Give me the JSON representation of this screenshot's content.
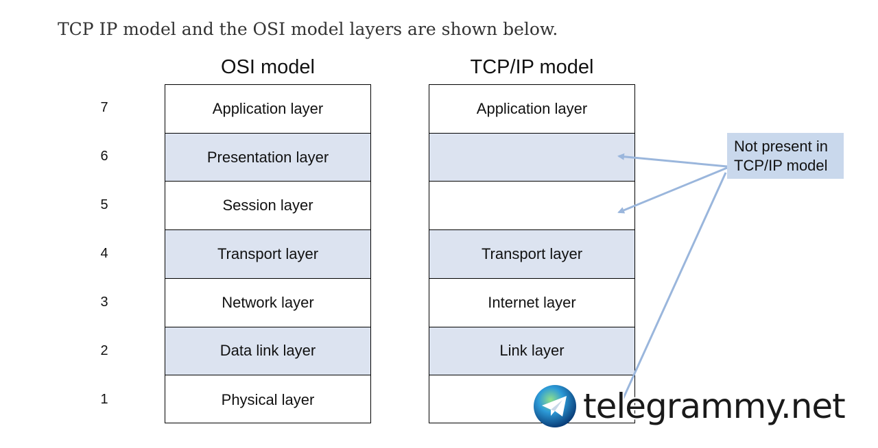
{
  "intro_text": "TCP IP model and the OSI model layers are shown below.",
  "osi": {
    "title": "OSI model",
    "layers": [
      "Application layer",
      "Presentation layer",
      "Session layer",
      "Transport layer",
      "Network layer",
      "Data link layer",
      "Physical layer"
    ]
  },
  "tcpip": {
    "title": "TCP/IP model",
    "layers": [
      "Application layer",
      "",
      "",
      "Transport layer",
      "Internet layer",
      "Link layer",
      ""
    ]
  },
  "layer_numbers": [
    "7",
    "6",
    "5",
    "4",
    "3",
    "2",
    "1"
  ],
  "note": {
    "line1": "Not present in",
    "line2": "TCP/IP model"
  },
  "watermark": {
    "text": "telegrammy.net",
    "icon": "telegram-globe-icon"
  },
  "colors": {
    "shaded_row": "#dce3f0",
    "note_bg": "#c9d8ec",
    "arrow": "#9ab6dc"
  }
}
